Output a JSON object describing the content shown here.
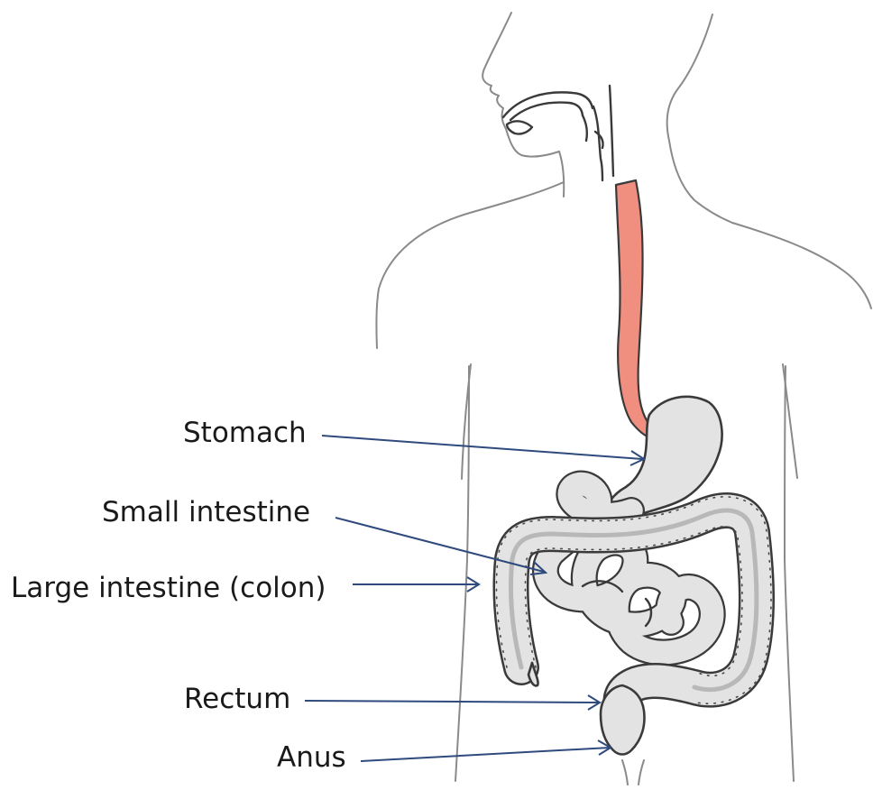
{
  "labels": {
    "stomach": "Stomach",
    "small_intestine": "Small intestine",
    "large_intestine": "Large intestine (colon)",
    "rectum": "Rectum",
    "anus": "Anus"
  },
  "colors": {
    "esophagus": "#f08f80",
    "organs": "#e3e3e3",
    "pointer": "#2f4a7c",
    "outline": "#8a8a8a"
  }
}
